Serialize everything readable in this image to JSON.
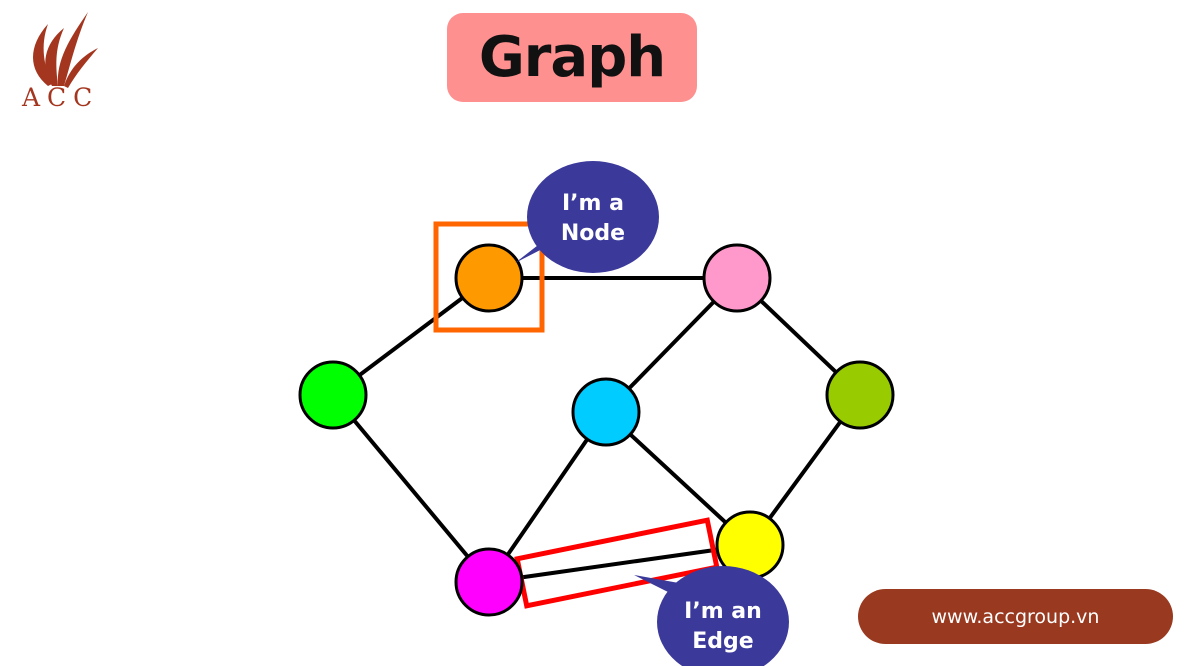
{
  "brand": {
    "logo_text": "ACC",
    "logo_icon": "flame-leaf-icon",
    "color": "#a4361f"
  },
  "title": {
    "text": "Graph",
    "background": "#ff9090"
  },
  "callouts": {
    "node": {
      "line1": "I’m a",
      "line2": "Node"
    },
    "edge": {
      "line1": "I’m an",
      "line2": "Edge"
    },
    "bubble_color": "#3b3a9b"
  },
  "graph": {
    "nodes": [
      {
        "id": "orange",
        "color": "#ff9900"
      },
      {
        "id": "pink",
        "color": "#ff99cc"
      },
      {
        "id": "green",
        "color": "#00ff00"
      },
      {
        "id": "cyan",
        "color": "#00ccff"
      },
      {
        "id": "olive",
        "color": "#99cc00"
      },
      {
        "id": "magenta",
        "color": "#ff00ff"
      },
      {
        "id": "yellow",
        "color": "#ffff00"
      }
    ],
    "edges": [
      [
        "orange",
        "pink"
      ],
      [
        "orange",
        "green"
      ],
      [
        "green",
        "magenta"
      ],
      [
        "pink",
        "cyan"
      ],
      [
        "pink",
        "olive"
      ],
      [
        "cyan",
        "magenta"
      ],
      [
        "cyan",
        "yellow"
      ],
      [
        "olive",
        "yellow"
      ],
      [
        "magenta",
        "yellow"
      ]
    ],
    "node_highlight_color": "#ff6600",
    "edge_highlight_color": "#ff0000"
  },
  "footer": {
    "website": "www.accgroup.vn",
    "button_color": "#993a20"
  }
}
